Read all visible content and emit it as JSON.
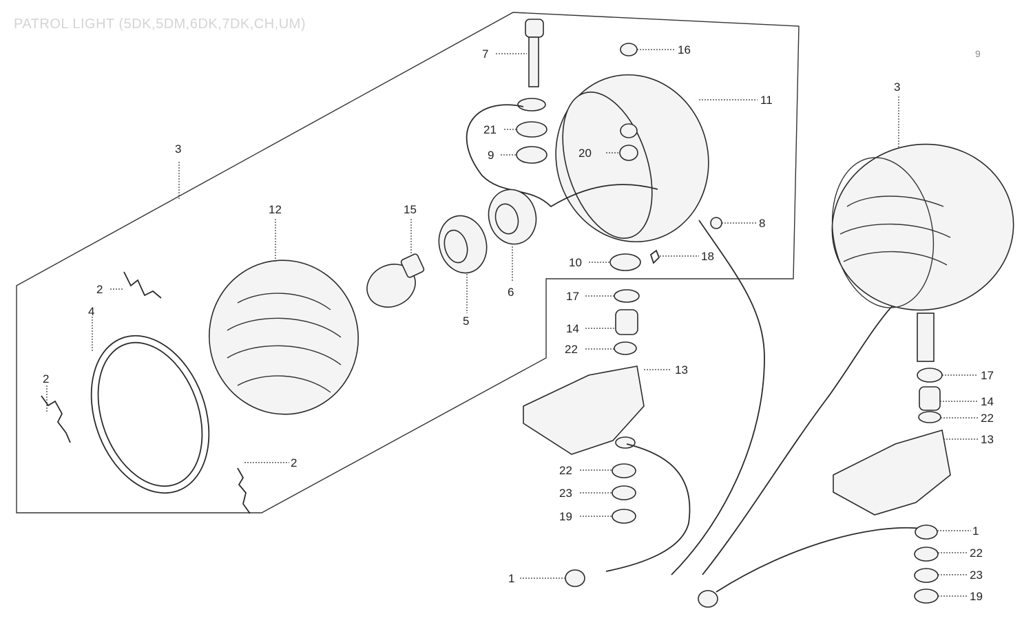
{
  "title": "PATROL LIGHT (5DK,5DM,6DK,7DK,CH,UM)",
  "corner_mark": "9",
  "callouts": [
    {
      "id": "c7",
      "label": "7"
    },
    {
      "id": "c16",
      "label": "16"
    },
    {
      "id": "c11",
      "label": "11"
    },
    {
      "id": "c21",
      "label": "21"
    },
    {
      "id": "c9",
      "label": "9"
    },
    {
      "id": "c20",
      "label": "20"
    },
    {
      "id": "c3a",
      "label": "3"
    },
    {
      "id": "c12",
      "label": "12"
    },
    {
      "id": "c15",
      "label": "15"
    },
    {
      "id": "c8",
      "label": "8"
    },
    {
      "id": "c10",
      "label": "10"
    },
    {
      "id": "c18",
      "label": "18"
    },
    {
      "id": "c6",
      "label": "6"
    },
    {
      "id": "c5",
      "label": "5"
    },
    {
      "id": "c2a",
      "label": "2"
    },
    {
      "id": "c4",
      "label": "4"
    },
    {
      "id": "c17a",
      "label": "17"
    },
    {
      "id": "c14a",
      "label": "14"
    },
    {
      "id": "c22a",
      "label": "22"
    },
    {
      "id": "c13a",
      "label": "13"
    },
    {
      "id": "c2b",
      "label": "2"
    },
    {
      "id": "c2c",
      "label": "2"
    },
    {
      "id": "c22b",
      "label": "22"
    },
    {
      "id": "c23a",
      "label": "23"
    },
    {
      "id": "c19a",
      "label": "19"
    },
    {
      "id": "c1a",
      "label": "1"
    },
    {
      "id": "c3b",
      "label": "3"
    },
    {
      "id": "c17b",
      "label": "17"
    },
    {
      "id": "c14b",
      "label": "14"
    },
    {
      "id": "c22c",
      "label": "22"
    },
    {
      "id": "c13b",
      "label": "13"
    },
    {
      "id": "c1b",
      "label": "1"
    },
    {
      "id": "c22d",
      "label": "22"
    },
    {
      "id": "c23b",
      "label": "23"
    },
    {
      "id": "c19b",
      "label": "19"
    }
  ]
}
